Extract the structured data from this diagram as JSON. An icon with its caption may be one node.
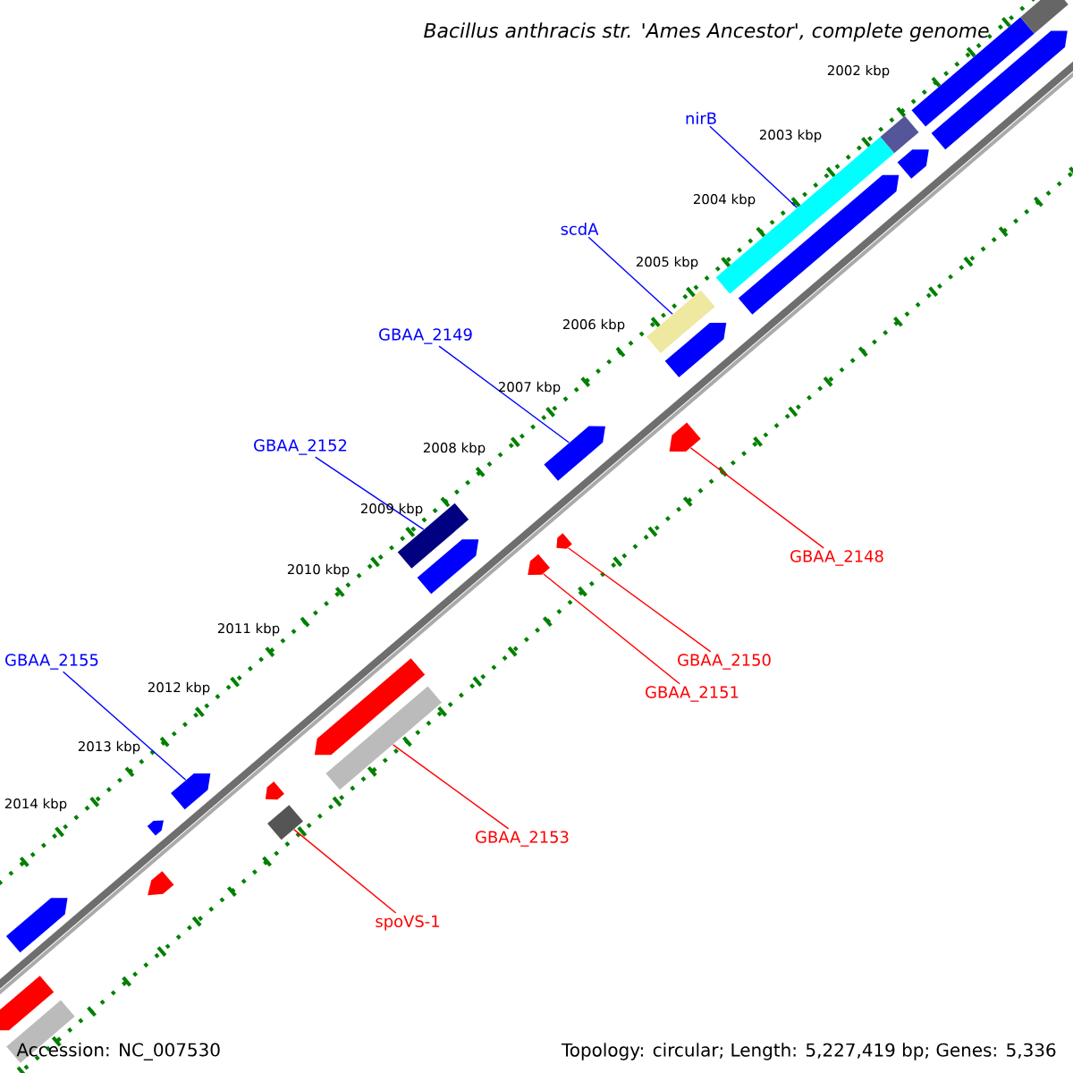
{
  "diagram": {
    "title": "Bacillus anthracis str. 'Ames Ancestor', complete genome",
    "nodes": [
      {
        "text": [
          "nirB"
        ]
      },
      {
        "text": [],
        "shape": "bar"
      },
      {
        "text": [
          "scdA"
        ]
      },
      {
        "text": [],
        "shape": "bar"
      },
      {
        "text": [
          "GBAA_2149"
        ]
      },
      {
        "text": [],
        "shape": "bar"
      },
      {
        "text": [
          "GBAA_2152"
        ]
      },
      {
        "text": [],
        "shape": "bar"
      },
      {
        "text": [
          "GBAA_2155"
        ]
      },
      {
        "text": [],
        "shape": "bar"
      },
      {
        "text": [
          "GBAA_2148"
        ]
      },
      {
        "text": [],
        "shape": "bar"
      },
      {
        "text": [
          "GBAA_2150"
        ]
      },
      {
        "text": [],
        "shape": "bar"
      },
      {
        "text": [
          "GBAA_2151"
        ]
      },
      {
        "text": [],
        "shape": "bar"
      },
      {
        "text": [
          "GBAA_2153"
        ]
      },
      {
        "text": [],
        "shape": "bar"
      },
      {
        "text": [
          "spoVS-1"
        ]
      },
      {
        "text": [],
        "shape": "bar"
      },
      {
        "text": [],
        "shape": "bar"
      },
      {
        "text": [],
        "shape": "bar"
      },
      {
        "text": [],
        "shape": "bar"
      },
      {
        "text": [],
        "shape": "bar"
      },
      {
        "text": [],
        "shape": "bar"
      },
      {
        "text": [],
        "shape": "bar"
      },
      {
        "text": [],
        "shape": "bar"
      },
      {
        "text": [],
        "shape": "bar"
      },
      {
        "text": [],
        "shape": "bar"
      },
      {
        "text": [],
        "shape": "bar"
      },
      {
        "text": [],
        "shape": "bar"
      },
      {
        "text": [],
        "shape": "bar"
      },
      {
        "text": [],
        "shape": "bar"
      },
      {
        "text": [],
        "shape": "bar"
      },
      {
        "text": [],
        "shape": "bar"
      }
    ],
    "edges": [
      {
        "from": 0,
        "to": 1,
        "arrow": "none"
      },
      {
        "from": 2,
        "to": 3,
        "arrow": "none"
      },
      {
        "from": 4,
        "to": 5,
        "arrow": "none"
      },
      {
        "from": 6,
        "to": 7,
        "arrow": "none"
      },
      {
        "from": 8,
        "to": 9,
        "arrow": "none"
      },
      {
        "from": 10,
        "to": 11,
        "arrow": "none",
        "color": "#ff0000"
      },
      {
        "from": 12,
        "to": 13,
        "arrow": "none",
        "color": "#ff0000"
      },
      {
        "from": 14,
        "to": 15,
        "arrow": "none",
        "color": "#ff0000"
      },
      {
        "from": 16,
        "to": 17,
        "arrow": "none",
        "color": "#ff0000"
      },
      {
        "from": 18,
        "to": 19,
        "arrow": "none",
        "color": "#ff0000"
      }
    ],
    "labels": [
      "2002 kbp",
      "2003 kbp",
      "2004 kbp",
      "2005 kbp",
      "2006 kbp",
      "2007 kbp",
      "2008 kbp",
      "2009 kbp",
      "2010 kbp",
      "2011 kbp",
      "2012 kbp",
      "2013 kbp",
      "2014 kbp",
      "Accession: NC_007530",
      "Topology: circular; Length: 5,227,419 bp; Genes: 5,336"
    ]
  }
}
